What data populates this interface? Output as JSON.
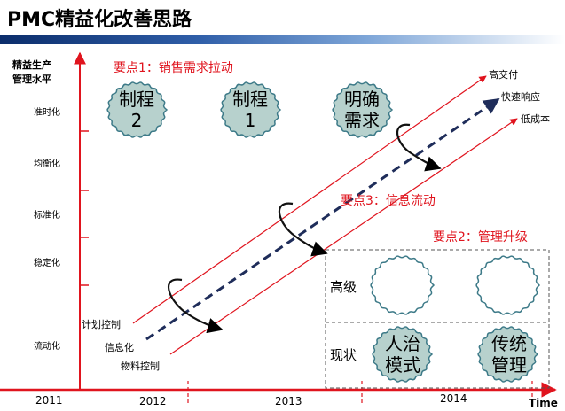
{
  "title": "PMC精益化改善思路",
  "y_axis": {
    "title_line1": "精益生产",
    "title_line2": "管理水平",
    "levels": [
      "准时化",
      "均衡化",
      "标准化",
      "稳定化",
      "流动化"
    ]
  },
  "x_axis": {
    "years": [
      "2011",
      "2012",
      "2013",
      "2014"
    ],
    "end_label": "Time"
  },
  "key_points": {
    "p1": "要点1：销售需求拉动",
    "p2": "要点2：管理升级",
    "p3": "要点3：信息流动"
  },
  "stars": {
    "s1": {
      "line1": "制程",
      "line2": "2"
    },
    "s2": {
      "line1": "制程",
      "line2": "1"
    },
    "s3": {
      "line1": "明确",
      "line2": "需求"
    },
    "s4": {
      "line1": "人治",
      "line2": "模式"
    },
    "s5": {
      "line1": "传统",
      "line2": "管理"
    }
  },
  "start_labels": {
    "plan": "计划控制",
    "info": "信息化",
    "material": "物料控制"
  },
  "end_labels": {
    "high_delivery": "高交付",
    "fast_response": "快速响应",
    "low_cost": "低成本"
  },
  "panel": {
    "high_label": "高级",
    "current_label": "现状"
  },
  "colors": {
    "red": "#e0141e",
    "star_fill": "#b7d1cd",
    "star_stroke": "#3d7a88",
    "navy": "#1f2d5a"
  }
}
